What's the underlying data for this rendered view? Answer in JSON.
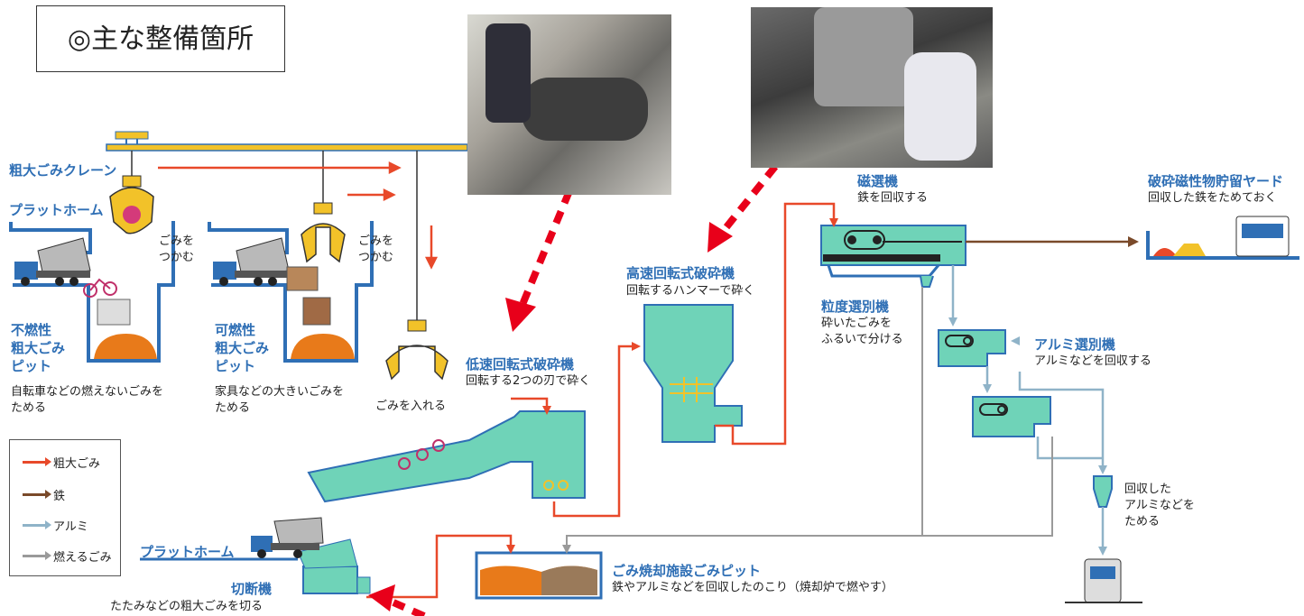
{
  "title": "◎主な整備箇所",
  "labels": {
    "crane": "粗大ごみクレーン",
    "platform_top": "プラットホーム",
    "grab1": "ごみを\nつかむ",
    "grab2": "ごみを\nつかむ",
    "pit_incombustible_title": "不燃性\n粗大ごみ\nピット",
    "pit_incombustible_desc": "自転車などの燃えないごみを\nためる",
    "pit_combustible_title": "可燃性\n粗大ごみ\nピット",
    "pit_combustible_desc": "家具などの大きいごみを\nためる",
    "insert": "ごみを入れる",
    "low_speed_title": "低速回転式破砕機",
    "low_speed_desc": "回転する2つの刃で砕く",
    "high_speed_title": "高速回転式破砕機",
    "high_speed_desc": "回転するハンマーで砕く",
    "magnetic_title": "磁選機",
    "magnetic_desc": "鉄を回収する",
    "granular_title": "粒度選別機",
    "granular_desc": "砕いたごみを\nふるいで分ける",
    "aluminum_title": "アルミ選別機",
    "aluminum_desc": "アルミなどを回収する",
    "yard_title": "破砕磁性物貯留ヤード",
    "yard_desc": "回収した鉄をためておく",
    "al_store": "回収した\nアルミなどを\nためる",
    "incin_pit_title": "ごみ焼却施設ごみピット",
    "incin_pit_desc": "鉄やアルミなどを回収したのこり（焼却炉で燃やす）",
    "platform_bottom": "プラットホーム",
    "cutter_title": "切断機",
    "cutter_desc": "たたみなどの粗大ごみを切る"
  },
  "legend": [
    {
      "label": "粗大ごみ",
      "color": "#e8492a"
    },
    {
      "label": "鉄",
      "color": "#7a4a2a"
    },
    {
      "label": "アルミ",
      "color": "#8fb3c8"
    },
    {
      "label": "燃えるごみ",
      "color": "#9a9a9a"
    }
  ],
  "colors": {
    "machine": "#6fd3b8",
    "blue": "#2f6fb5",
    "red_arrow": "#e8001a",
    "ore": "#e87a1a"
  }
}
